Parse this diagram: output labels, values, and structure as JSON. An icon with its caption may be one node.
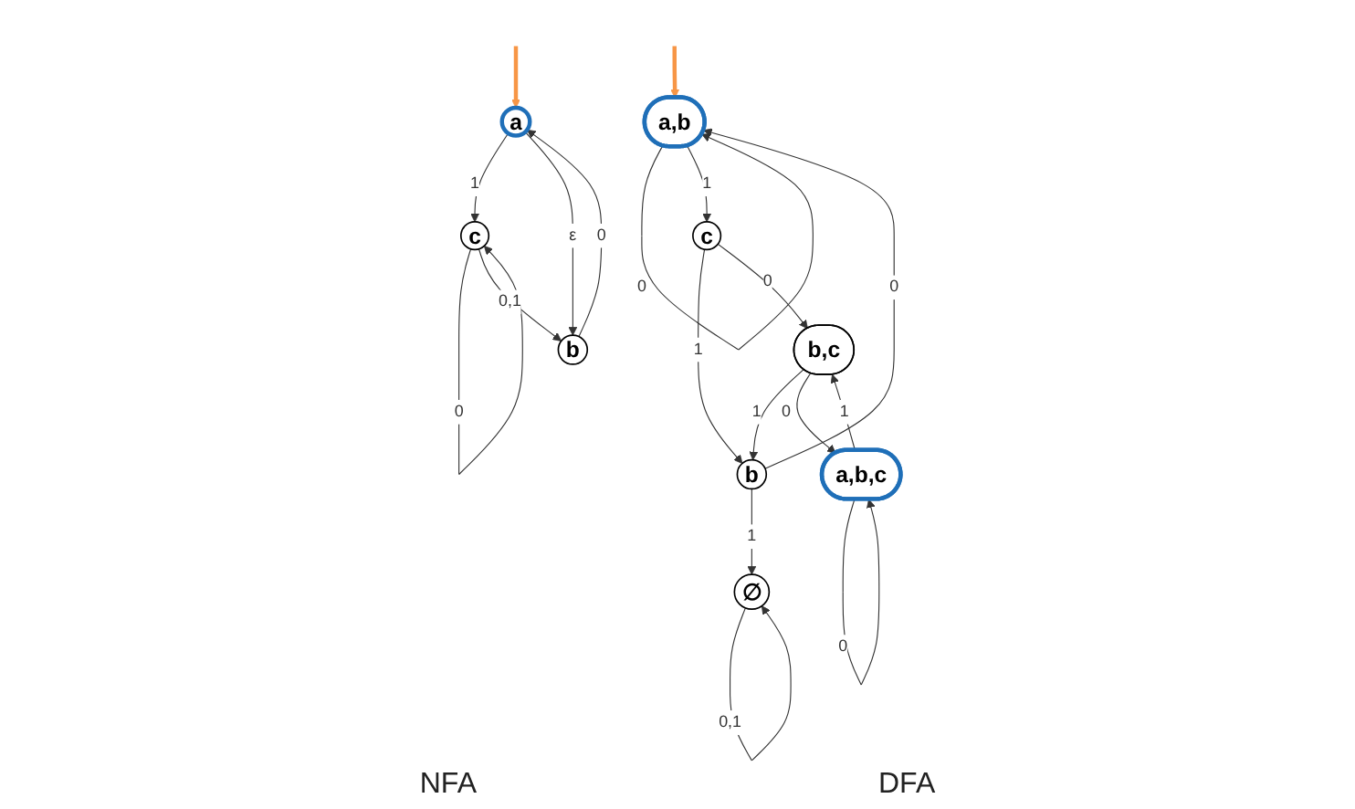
{
  "diagram": {
    "nodes": [
      {
        "text": [
          "a"
        ]
      },
      {
        "text": [
          "c"
        ]
      },
      {
        "text": [
          "b"
        ]
      },
      {
        "text": [
          "a,b"
        ]
      },
      {
        "text": [
          "∅"
        ]
      },
      {
        "text": [
          "c"
        ]
      },
      {
        "text": [
          "b"
        ]
      },
      {
        "text": [
          "b,c"
        ]
      },
      {
        "text": [
          "a,b,c"
        ]
      }
    ],
    "edges": [
      {
        "from": null,
        "to": 0,
        "arrow": "to",
        "style": "thick",
        "color": "#f79646"
      },
      {
        "from": 0,
        "to": 1,
        "label": "1",
        "arrow": "to"
      },
      {
        "from": 0,
        "to": 2,
        "label": "ε",
        "arrow": "to"
      },
      {
        "from": 2,
        "to": 0,
        "label": "0",
        "arrow": "to"
      },
      {
        "from": 1,
        "to": 1,
        "label": "0",
        "arrow": "to"
      },
      {
        "from": 1,
        "to": 2,
        "label": "0,1",
        "arrow": "to"
      },
      {
        "from": null,
        "to": 3,
        "arrow": "to",
        "style": "thick",
        "color": "#f79646"
      },
      {
        "from": 3,
        "to": 3,
        "label": "0",
        "arrow": "to"
      },
      {
        "from": 4,
        "to": 4,
        "label": "0,1",
        "arrow": "to"
      },
      {
        "from": 3,
        "to": 5,
        "label": "1",
        "arrow": "to"
      },
      {
        "from": 6,
        "to": 3,
        "label": "0",
        "arrow": "to"
      },
      {
        "from": 6,
        "to": 4,
        "label": "1",
        "arrow": "to"
      },
      {
        "from": 5,
        "to": 6,
        "label": "1",
        "arrow": "to"
      },
      {
        "from": 5,
        "to": 7,
        "label": "0",
        "arrow": "to"
      },
      {
        "from": 7,
        "to": 6,
        "label": "1",
        "arrow": "to"
      },
      {
        "from": 8,
        "to": 7,
        "label": "1",
        "arrow": "to"
      },
      {
        "from": 7,
        "to": 8,
        "label": "0",
        "arrow": "to"
      },
      {
        "from": 8,
        "to": 8,
        "label": "0",
        "arrow": "to"
      }
    ],
    "labels": [
      "NFA",
      "DFA"
    ]
  }
}
